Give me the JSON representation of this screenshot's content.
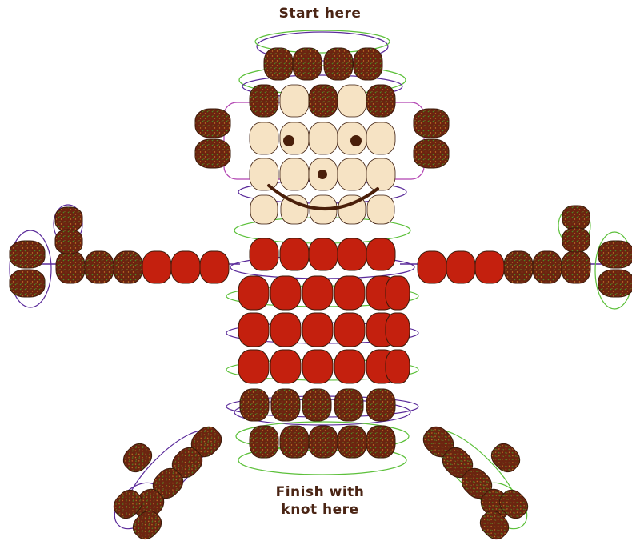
{
  "labels": {
    "start": "Start here",
    "finish_line1": "Finish with",
    "finish_line2": "knot here"
  },
  "colors": {
    "dark_bead": "#6b2410",
    "speckle": "#4a8a22",
    "red_bead": "#c4200e",
    "tan_bead": "#f6e3c4",
    "outline": "#3a1a0a",
    "feature": "#4a1f0a",
    "lace_purple": "#5a2a9a",
    "lace_green": "#5cc03a",
    "lace_magenta": "#b040b0"
  },
  "icons": {
    "bead": "pony-bead",
    "lacing": "cord-loop"
  }
}
